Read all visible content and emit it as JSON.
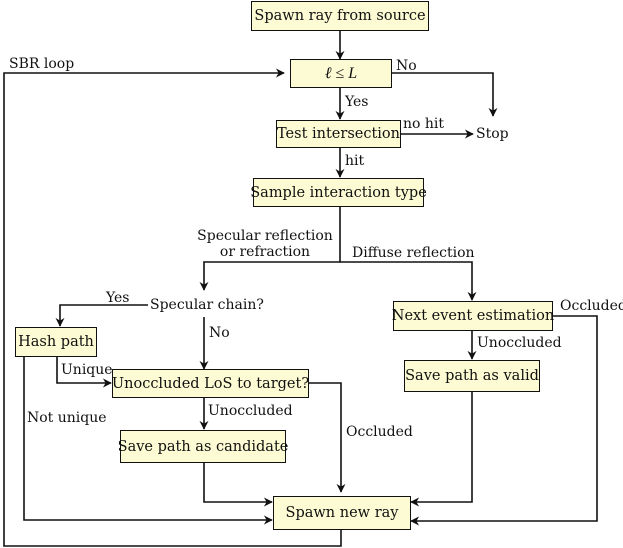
{
  "nodes": {
    "spawn_source": "Spawn ray from source",
    "condition": "ℓ ≤ L",
    "test_intersection": "Test intersection",
    "stop": "Stop",
    "sample_type": "Sample interaction type",
    "specular_chain": "Specular chain?",
    "hash_path": "Hash path",
    "los_target": "Unoccluded LoS to target?",
    "save_candidate": "Save path as candidate",
    "next_event": "Next event estimation",
    "save_valid": "Save path as valid",
    "spawn_new": "Spawn new ray"
  },
  "edges": {
    "sbr_loop": "SBR loop",
    "no": "No",
    "yes": "Yes",
    "no_hit": "no hit",
    "hit": "hit",
    "specular_line1": "Specular reflection",
    "specular_line2": "or refraction",
    "diffuse": "Diffuse reflection",
    "chain_yes": "Yes",
    "chain_no": "No",
    "unique": "Unique",
    "not_unique": "Not unique",
    "los_unoccluded": "Unoccluded",
    "los_occluded": "Occluded",
    "nee_occluded": "Occluded",
    "nee_unoccluded": "Unoccluded"
  }
}
